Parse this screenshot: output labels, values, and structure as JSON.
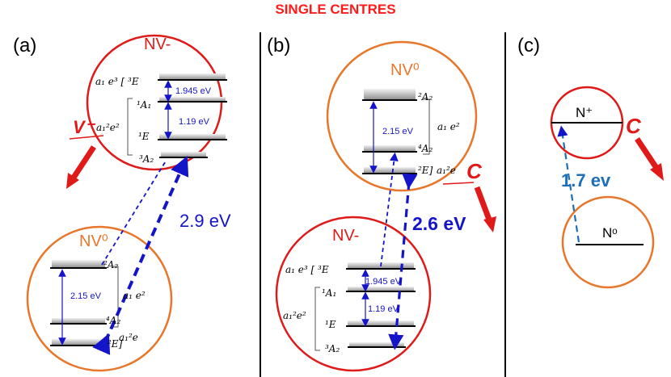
{
  "title": "SINGLE CENTRES",
  "panels": {
    "a": {
      "label": "(a)",
      "top_center": "NV-",
      "top_states": {
        "e3E": "a₁ e³ [ ³E",
        "A1": "¹A₁",
        "E": "¹E",
        "A2": "³A₂",
        "config": "a₁²e²"
      },
      "top_energies": {
        "e1": "1.945 eV",
        "e2": "1.19 eV"
      },
      "v_mark": "V⁻",
      "bottom_center": "NV⁰",
      "bottom_states": {
        "A2": "²A₂",
        "A4": "⁴A₂",
        "E2": "²E]",
        "config1": "a₁  e²",
        "config2": "a₁²e"
      },
      "bottom_energy": "2.15 eV",
      "transition": "2.9 eV"
    },
    "b": {
      "label": "(b)",
      "top_center": "NV⁰",
      "top_states": {
        "A2": "²A₂",
        "A4": "⁴A₂",
        "E2": "²E]",
        "config1": "a₁  e²",
        "config2": "a₁²e"
      },
      "top_energy": "2.15 eV",
      "c_mark": "C",
      "bottom_center": "NV-",
      "bottom_states": {
        "e3E": "a₁ e³ [ ³E",
        "A1": "¹A₁",
        "E": "¹E",
        "A2": "³A₂",
        "config": "a₁²e²"
      },
      "bottom_energies": {
        "e1": "1.945 eV",
        "e2": "1.19 eV"
      },
      "transition": "2.6 eV"
    },
    "c": {
      "label": "(c)",
      "top_center": "N⁺",
      "c_mark": "C",
      "transition": "1.7 ev",
      "bottom_center": "Nᵒ"
    }
  },
  "colors": {
    "red": "#e01919",
    "orange": "#e8772b",
    "blue": "#1414c8",
    "teal": "#1d6fb8"
  }
}
